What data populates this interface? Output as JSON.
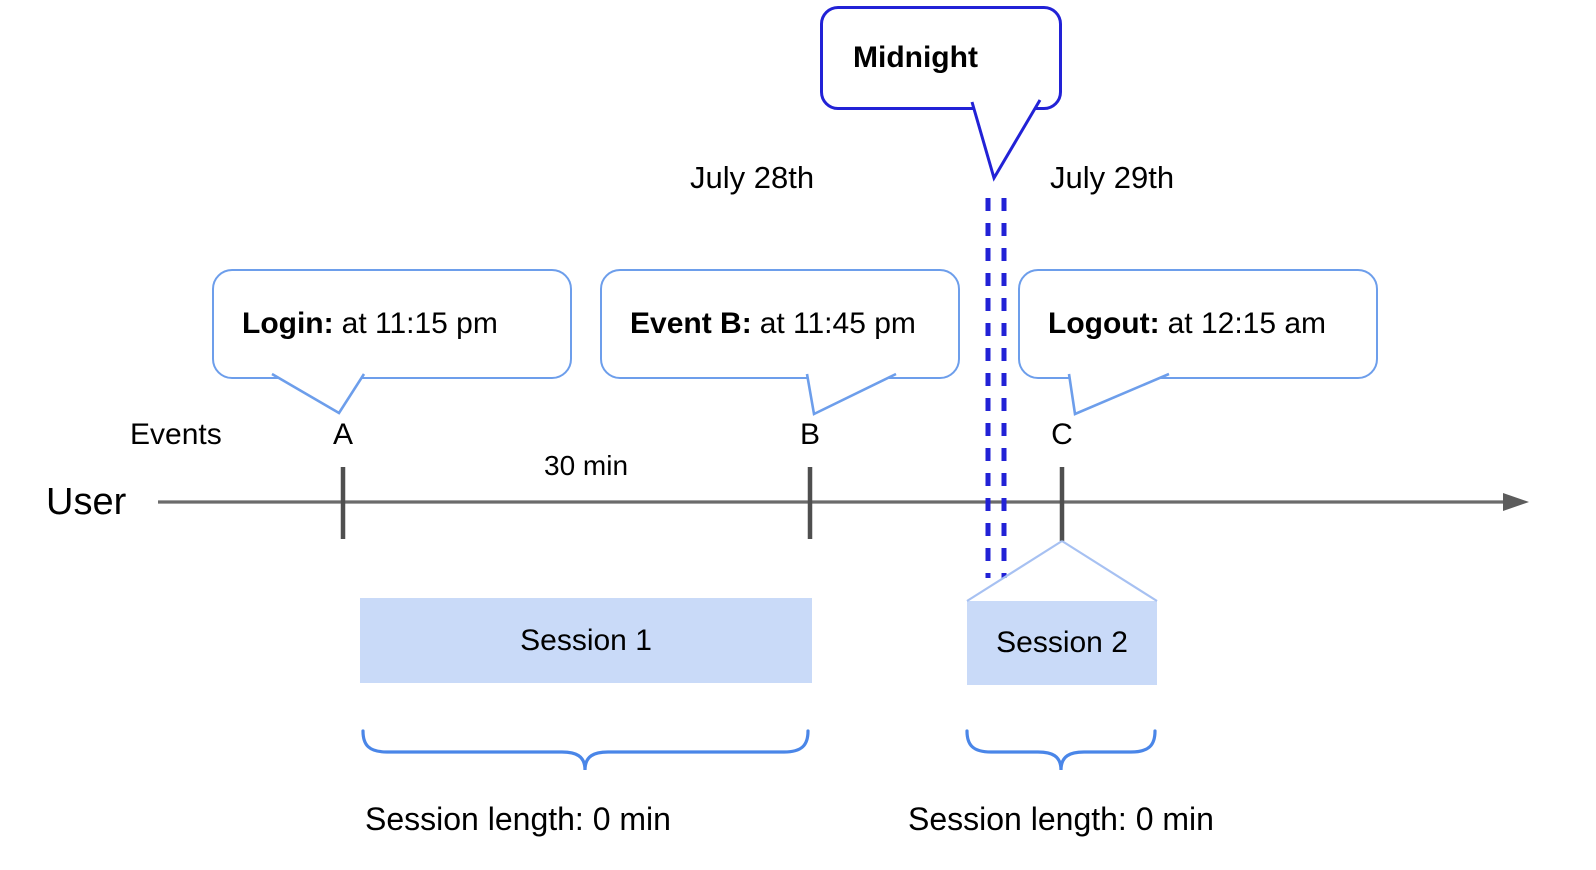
{
  "colors": {
    "midnight_blue": "#2222d6",
    "callout_border_blue": "#6d9eeb",
    "session_fill_blue": "#c9daf8",
    "brace_blue": "#4a86e8",
    "funnel_light_blue": "#a7c1f2",
    "timeline_gray": "#6b6b6b",
    "tick_gray": "#4f4f4f",
    "text_black": "#000000"
  },
  "dates": {
    "left": "July 28th",
    "right": "July 29th"
  },
  "midnight": {
    "label": "Midnight"
  },
  "callouts": [
    {
      "name": "Login:",
      "time": "at 11:15 pm"
    },
    {
      "name": "Event B:",
      "time": "at 11:45 pm"
    },
    {
      "name": "Logout:",
      "time": "at 12:15 am"
    }
  ],
  "timeline": {
    "row_label": "User",
    "events_label": "Events",
    "marks": [
      "A",
      "B",
      "C"
    ],
    "interval_label": "30 min"
  },
  "sessions": [
    {
      "label": "Session 1",
      "length": "Session length: 0 min"
    },
    {
      "label": "Session 2",
      "length": "Session length: 0 min"
    }
  ]
}
